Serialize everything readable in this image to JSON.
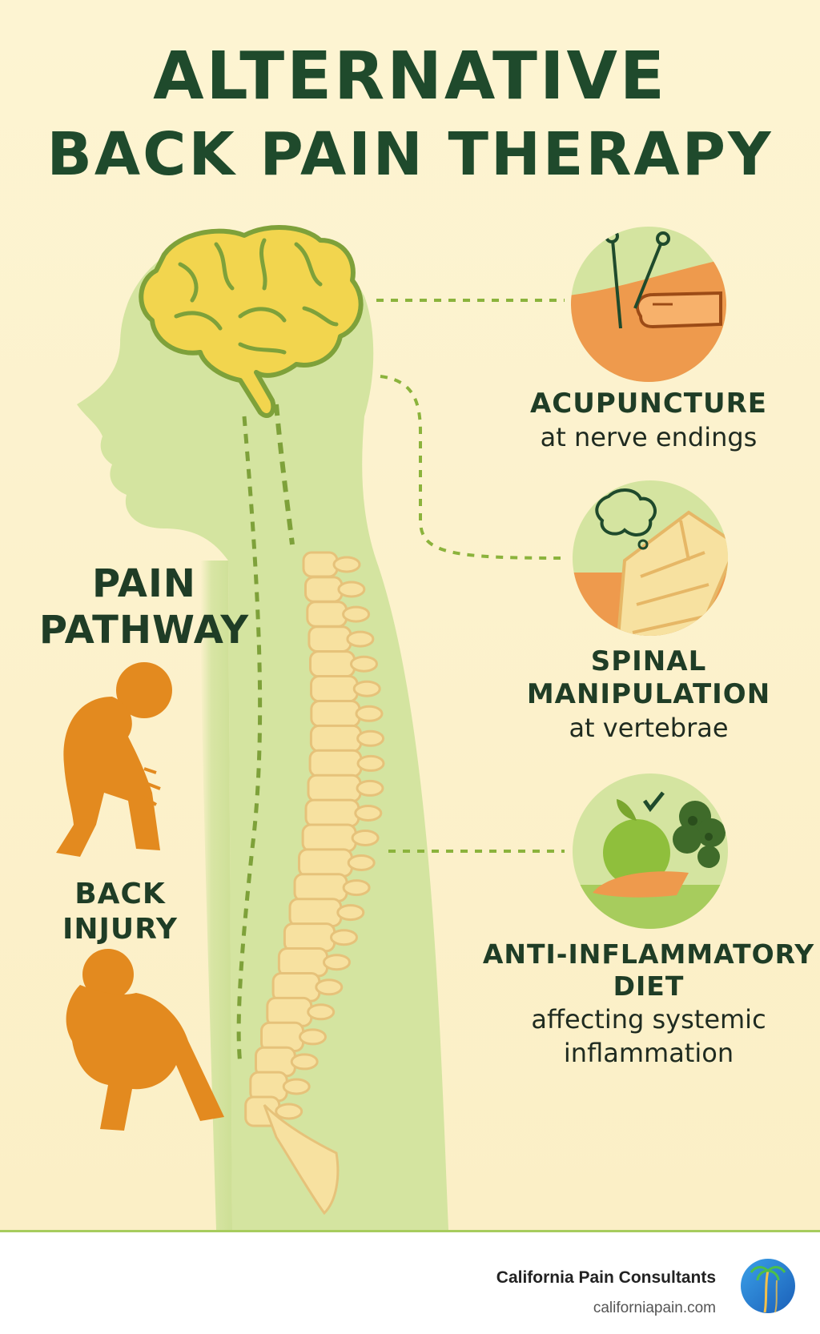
{
  "title": {
    "line1": "ALTERNATIVE",
    "line2": "BACK PAIN THERAPY"
  },
  "pain_pathway": {
    "line1": "PAIN",
    "line2": "PATHWAY"
  },
  "back_injury": {
    "line1": "BACK",
    "line2": "INJURY"
  },
  "therapies": [
    {
      "title_lines": [
        "ACUPUNCTURE"
      ],
      "subtitle_lines": [
        "at nerve endings"
      ]
    },
    {
      "title_lines": [
        "SPINAL",
        "MANIPULATION"
      ],
      "subtitle_lines": [
        "at vertebrae"
      ]
    },
    {
      "title_lines": [
        "ANTI-INFLAMMATORY",
        "DIET"
      ],
      "subtitle_lines": [
        "affecting systemic",
        "inflammation"
      ]
    }
  ],
  "footer": {
    "company": "California Pain Consultants",
    "url": "californiapain.com"
  },
  "colors": {
    "title_green": "#1f4a2c",
    "body_green": "#cfe09a",
    "brain_yellow": "#f2d54e",
    "spine_beige": "#f7e1a0",
    "figure_orange": "#e38a1f",
    "accent_line": "#8bb33c"
  },
  "icons": [
    "acupuncture-icon",
    "spinal-manipulation-icon",
    "anti-inflammatory-diet-icon",
    "brain-icon",
    "spine-icon",
    "person-back-pain-icon",
    "palm-tree-logo-icon"
  ]
}
